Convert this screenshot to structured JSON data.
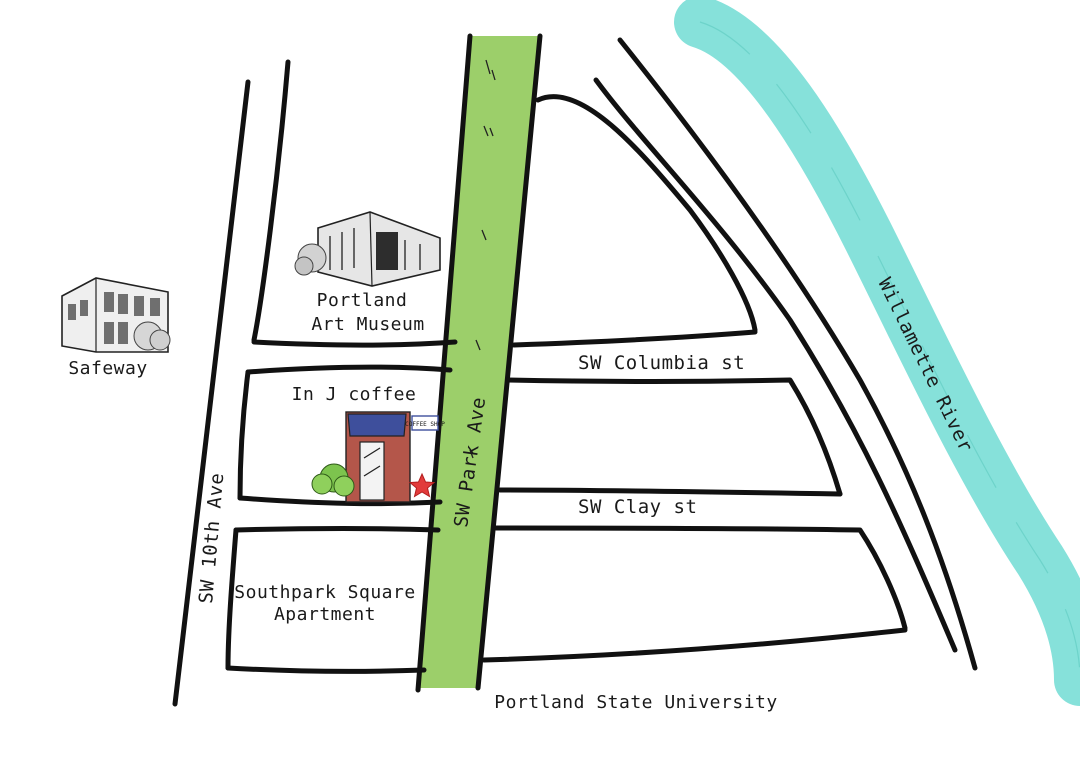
{
  "map": {
    "streets": {
      "columbia": "SW Columbia st",
      "clay": "SW Clay st",
      "park": "SW Park Ave",
      "tenth": "SW 10th Ave"
    },
    "water": {
      "river": "Willamette River"
    },
    "places": {
      "museum_line1": "Portland",
      "museum_line2": "Art Museum",
      "safeway": "Safeway",
      "coffee": "In J coffee",
      "coffee_sign": "COFFEE SHOP",
      "apartment_line1": "Southpark Square",
      "apartment_line2": "Apartment",
      "university": "Portland State University"
    },
    "marker": "star-marker",
    "colors": {
      "park_green": "#9ccf6a",
      "river_teal": "#86e1da",
      "marker_red": "#e23b3b",
      "awning_blue": "#3e4f9c",
      "brick": "#b4564a"
    }
  }
}
